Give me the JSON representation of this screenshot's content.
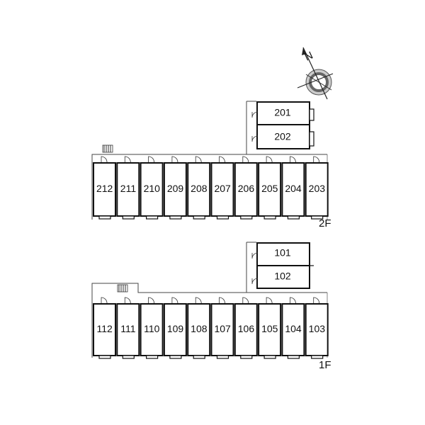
{
  "compass": {
    "north_label": "N",
    "icon": "compass-rose-icon"
  },
  "floors": [
    {
      "floor_label": "2F",
      "upper_units": [
        "201",
        "202"
      ],
      "row_units": [
        "212",
        "211",
        "210",
        "209",
        "208",
        "207",
        "206",
        "205",
        "204",
        "203"
      ]
    },
    {
      "floor_label": "1F",
      "upper_units": [
        "101",
        "102"
      ],
      "row_units": [
        "112",
        "111",
        "110",
        "109",
        "108",
        "107",
        "106",
        "105",
        "104",
        "103"
      ]
    }
  ]
}
